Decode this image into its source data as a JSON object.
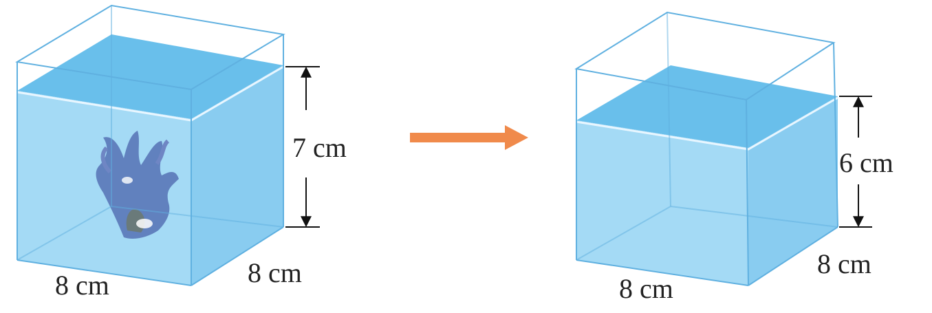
{
  "left_tank": {
    "water_height_label": "7 cm",
    "width_label": "8 cm",
    "depth_label": "8 cm",
    "contains_object": "coral-ornament"
  },
  "right_tank": {
    "water_height_label": "6 cm",
    "width_label": "8 cm",
    "depth_label": "8 cm"
  },
  "arrow": {
    "direction": "right",
    "color": "#f08a4b"
  },
  "colors": {
    "water": "#8fd0f2",
    "water_top": "#4fb4e8",
    "glass_edge": "#5fb0e0",
    "coral": "#5a77b8"
  }
}
